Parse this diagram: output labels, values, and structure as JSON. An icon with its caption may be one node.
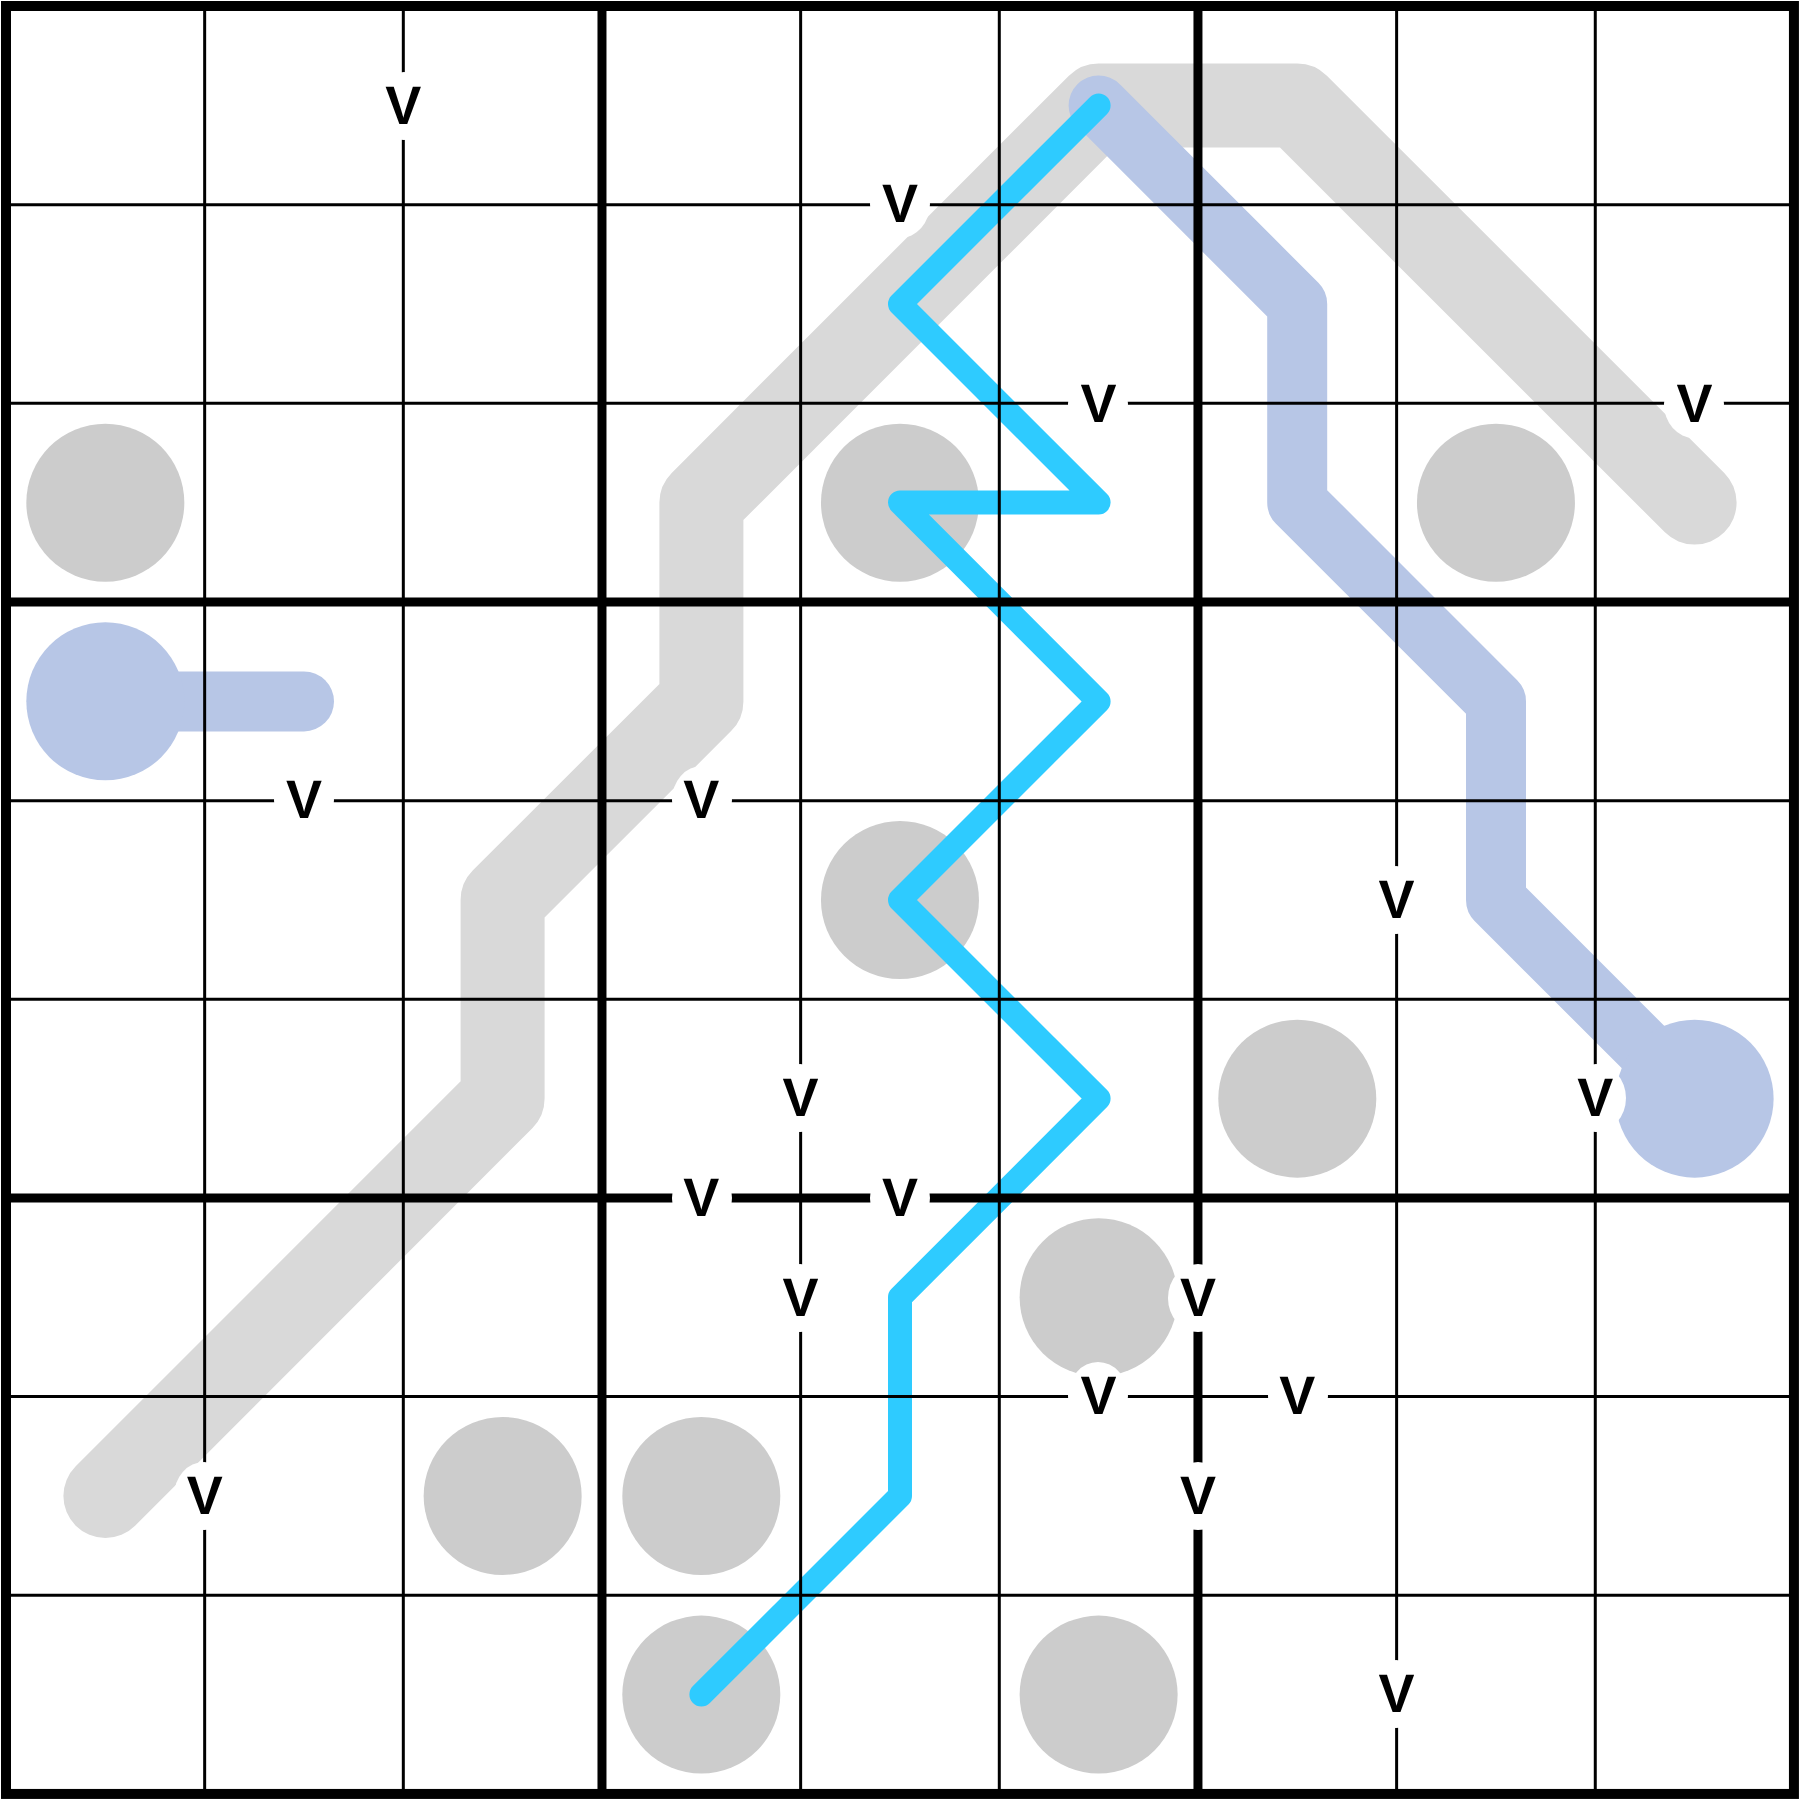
{
  "diagram": {
    "nodes": [
      {
        "text": [],
        "shape": "circle"
      },
      {
        "text": [],
        "shape": "circle"
      },
      {
        "text": [],
        "shape": "circle"
      },
      {
        "text": [],
        "shape": "circle"
      },
      {
        "text": [],
        "shape": "circle"
      },
      {
        "text": [],
        "shape": "circle"
      },
      {
        "text": [],
        "shape": "circle"
      },
      {
        "text": [],
        "shape": "circle"
      },
      {
        "text": [],
        "shape": "circle"
      },
      {
        "text": [],
        "shape": "circle"
      }
    ],
    "labels": [
      "V",
      "V",
      "V",
      "V",
      "V",
      "V",
      "V",
      "V",
      "V",
      "V",
      "V",
      "V",
      "V",
      "V",
      "V",
      "V",
      "V",
      "V"
    ]
  }
}
